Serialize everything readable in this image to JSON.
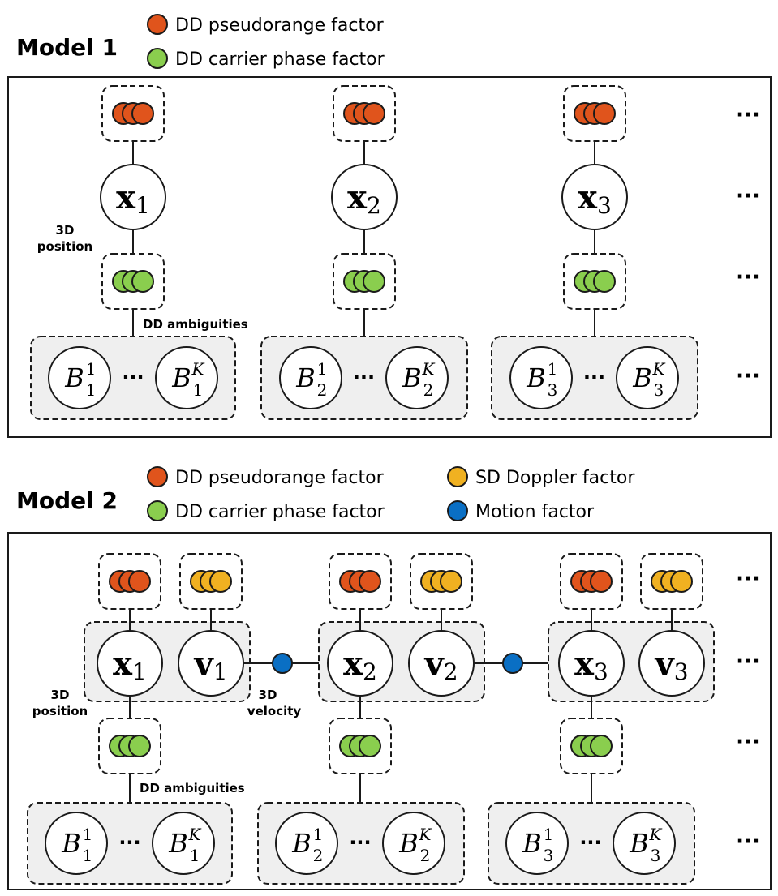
{
  "colors": {
    "pseudorange": "#E0541C",
    "carrier": "#8ACE4E",
    "doppler": "#F0B121",
    "motion": "#0A6FC4",
    "group_fill": "#EFEFEF",
    "stroke": "#1a1a1a"
  },
  "ellipsis": "···",
  "model1": {
    "title": "Model 1",
    "legend": {
      "pseudorange": "DD pseudorange factor",
      "carrier": "DD carrier phase factor"
    },
    "label_position": [
      "3D",
      "position"
    ],
    "label_ambiguities": "DD ambiguities",
    "nodes": [
      {
        "x_base": "x",
        "x_sub": "1",
        "b_base": "B",
        "b_sub": "1",
        "b_sup_first": "1",
        "b_sup_last": "K"
      },
      {
        "x_base": "x",
        "x_sub": "2",
        "b_base": "B",
        "b_sub": "2",
        "b_sup_first": "1",
        "b_sup_last": "K"
      },
      {
        "x_base": "x",
        "x_sub": "3",
        "b_base": "B",
        "b_sub": "3",
        "b_sup_first": "1",
        "b_sup_last": "K"
      }
    ]
  },
  "model2": {
    "title": "Model 2",
    "legend": {
      "pseudorange": "DD pseudorange factor",
      "carrier": "DD carrier phase factor",
      "doppler": "SD Doppler factor",
      "motion": "Motion factor"
    },
    "label_position": [
      "3D",
      "position"
    ],
    "label_velocity": [
      "3D",
      "velocity"
    ],
    "label_ambiguities": "DD ambiguities",
    "nodes": [
      {
        "x_base": "x",
        "x_sub": "1",
        "v_base": "v",
        "v_sub": "1",
        "b_base": "B",
        "b_sub": "1",
        "b_sup_first": "1",
        "b_sup_last": "K"
      },
      {
        "x_base": "x",
        "x_sub": "2",
        "v_base": "v",
        "v_sub": "2",
        "b_base": "B",
        "b_sub": "2",
        "b_sup_first": "1",
        "b_sup_last": "K"
      },
      {
        "x_base": "x",
        "x_sub": "3",
        "v_base": "v",
        "v_sub": "3",
        "b_base": "B",
        "b_sub": "3",
        "b_sup_first": "1",
        "b_sup_last": "K"
      }
    ]
  }
}
